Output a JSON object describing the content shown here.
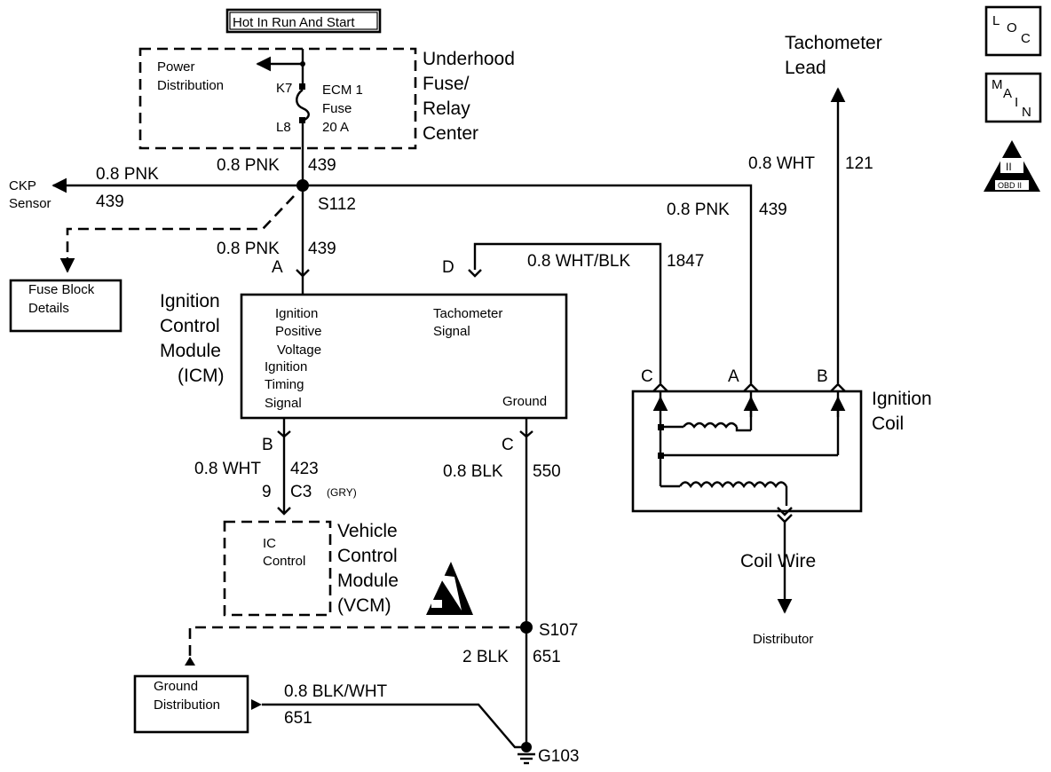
{
  "header": {
    "hot_label": "Hot In Run And Start"
  },
  "fuse_center": {
    "power_distribution": [
      "Power",
      "Distribution"
    ],
    "k7": "K7",
    "l8": "L8",
    "fuse": [
      "ECM 1",
      "Fuse",
      "20 A"
    ],
    "name": [
      "Underhood",
      "Fuse/",
      "Relay",
      "Center"
    ]
  },
  "wires": {
    "pnk_top": {
      "gauge": "0.8 PNK",
      "circuit": "439"
    },
    "pnk_ckp": {
      "gauge": "0.8 PNK",
      "circuit": "439"
    },
    "pnk_icm": {
      "gauge": "0.8 PNK",
      "circuit": "439"
    },
    "pnk_coil": {
      "gauge": "0.8 PNK",
      "circuit": "439"
    },
    "wht_tach": {
      "gauge": "0.8 WHT",
      "circuit": "121"
    },
    "wht_blk": {
      "gauge": "0.8 WHT/BLK",
      "circuit": "1847"
    },
    "wht_vcm": {
      "gauge": "0.8 WHT",
      "circuit": "423"
    },
    "blk_gnd": {
      "gauge": "0.8 BLK",
      "circuit": "550"
    },
    "blk_2": {
      "gauge": "2 BLK",
      "circuit": "651"
    },
    "blk_wht": {
      "gauge": "0.8 BLK/WHT",
      "circuit": "651"
    }
  },
  "splices": {
    "s112": "S112",
    "s107": "S107",
    "g103": "G103"
  },
  "ckp_sensor": [
    "CKP",
    "Sensor"
  ],
  "fuse_block": [
    "Fuse Block",
    "Details"
  ],
  "icm": {
    "name": [
      "Ignition",
      "Control",
      "Module",
      "(ICM)"
    ],
    "ign_pos": [
      "Ignition",
      "Positive",
      "Voltage"
    ],
    "ign_timing": [
      "Ignition",
      "Timing",
      "Signal"
    ],
    "tach_signal": [
      "Tachometer",
      "Signal"
    ],
    "ground": "Ground",
    "pin_a": "A",
    "pin_b": "B",
    "pin_c": "C",
    "pin_d": "D"
  },
  "vcm": {
    "connector": "9",
    "connector_id": "C3",
    "connector_color": "(GRY)",
    "ic_control": [
      "IC",
      "Control"
    ],
    "name": [
      "Vehicle",
      "Control",
      "Module",
      "(VCM)"
    ]
  },
  "coil": {
    "name": [
      "Ignition",
      "Coil"
    ],
    "pin_c": "C",
    "pin_a": "A",
    "pin_b": "B",
    "coil_wire": "Coil  Wire",
    "distributor": "Distributor"
  },
  "tach_lead": [
    "Tachometer",
    "Lead"
  ],
  "ground_distribution": [
    "Ground",
    "Distribution"
  ],
  "icons": {
    "loc": {
      "big": "L",
      "mid": "O",
      "end": "C"
    },
    "main": {
      "m": "M",
      "a": "A",
      "i": "I",
      "n": "N"
    },
    "obd": {
      "roman": "II",
      "label": "OBD II"
    },
    "esd": "esd-warning-icon"
  }
}
